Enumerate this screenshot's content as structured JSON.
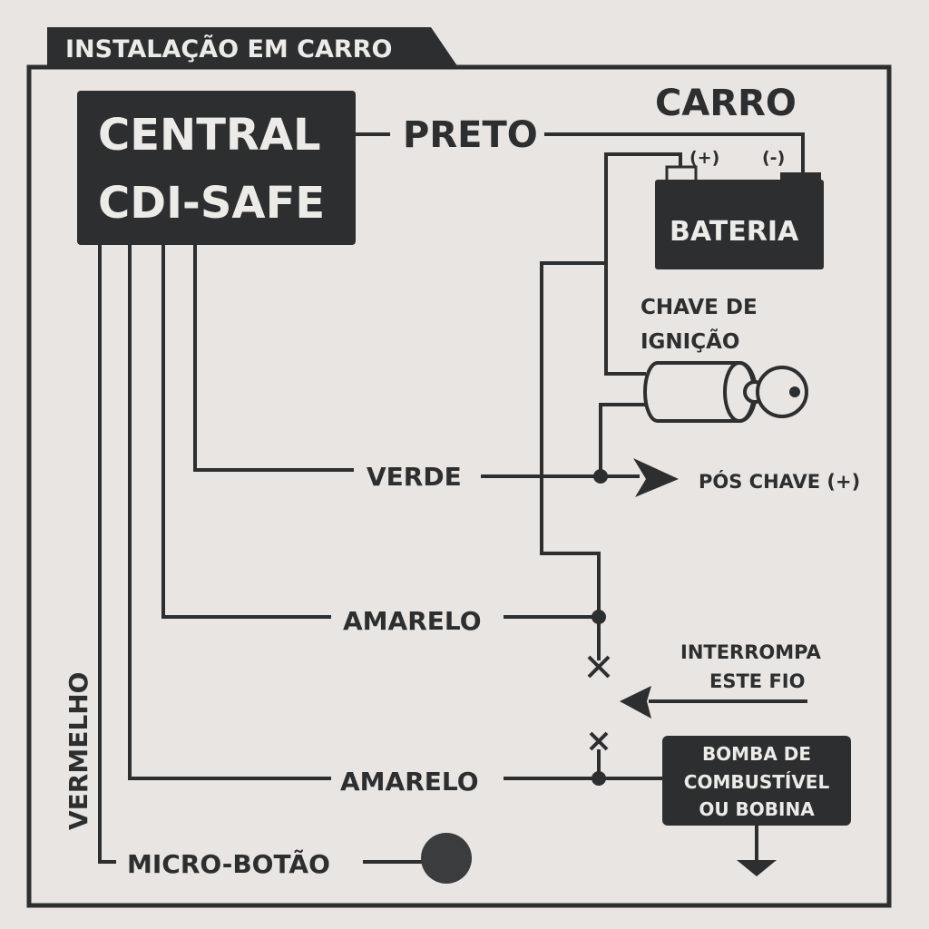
{
  "title": "INSTALAÇÃO EM CARRO",
  "central": {
    "line1": "CENTRAL",
    "line2": "CDI-SAFE"
  },
  "carro_label": "CARRO",
  "battery": {
    "label": "BATERIA",
    "positive": "(+)",
    "negative": "(-)"
  },
  "ignition": {
    "line1": "CHAVE DE",
    "line2": "IGNIÇÃO"
  },
  "wires": {
    "preto": "PRETO",
    "verde": "VERDE",
    "amarelo_1": "AMARELO",
    "amarelo_2": "AMARELO",
    "vermelho": "VERMELHO"
  },
  "pos_chave": "PÓS CHAVE (+)",
  "interrupt": {
    "line1": "INTERROMPA",
    "line2": "ESTE FIO"
  },
  "pump": {
    "line1": "BOMBA DE",
    "line2": "COMBUSTÍVEL",
    "line3": "OU BOBINA"
  },
  "micro_botao": "MICRO-BOTÃO",
  "colors": {
    "ink": "#2c2e30",
    "paper": "#e8e5e2"
  }
}
